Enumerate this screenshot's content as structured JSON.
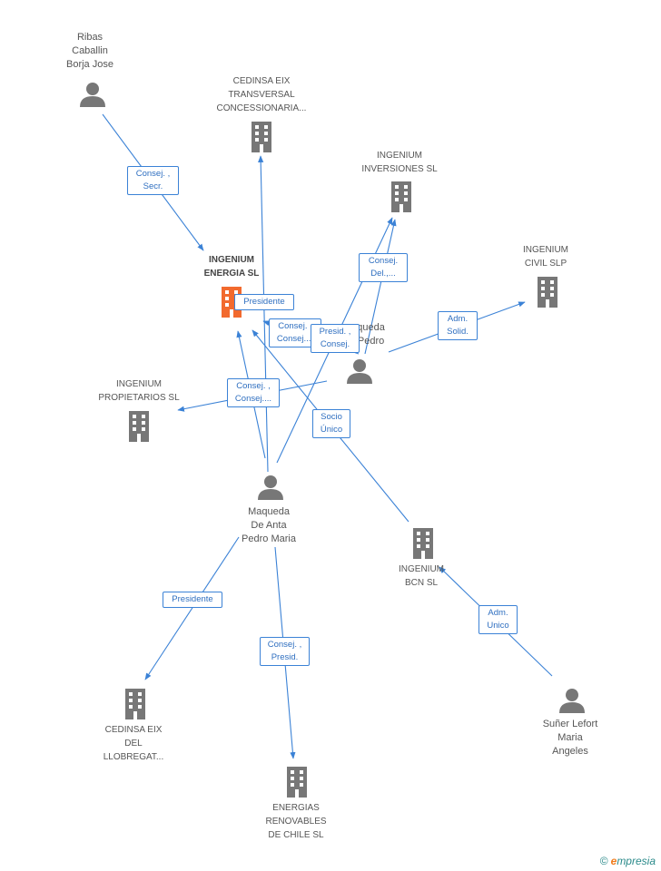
{
  "nodes": {
    "ribas": "Ribas\nCaballin\nBorja Jose",
    "cedinsa_eix": "CEDINSA EIX\nTRANSVERSAL\nCONCESSIONARIA...",
    "ingenium_inversiones": "INGENIUM\nINVERSIONES SL",
    "ingenium_energia": "INGENIUM\nENERGIA SL",
    "ingenium_civil": "INGENIUM\nCIVIL SLP",
    "maqueda_pedro_partial": "...queda\n...Pedro",
    "ingenium_propietarios": "INGENIUM\nPROPIETARIOS SL",
    "maqueda_de_anta": "Maqueda\nDe Anta\nPedro Maria",
    "ingenium_bcn": "INGENIUM\nBCN SL",
    "cedinsa_llobregat": "CEDINSA EIX\nDEL\nLLOBREGAT...",
    "energias_chile": "ENERGIAS\nRENOVABLES\nDE CHILE SL",
    "suner": "Suñer Lefort\nMaria\nAngeles"
  },
  "relations": {
    "consej_secr": "Consej. ,\nSecr.",
    "presidente_top": "Presidente",
    "consej_del": "Consej.\nDel.,...",
    "adm_solid": "Adm.\nSolid.",
    "consej_consej": "Consej. ,\nConsej....",
    "presid_consej": "Presid. ,\nConsej.",
    "consej_consej_2": "Consej. ,\nConsej....",
    "socio_unico": "Socio\nÚnico",
    "presidente_bottom": "Presidente",
    "consej_presid": "Consej. ,\nPresid.",
    "adm_unico": "Adm.\nUnico"
  },
  "footer": {
    "copyright": "©",
    "brand_initial": "e",
    "brand_rest": "mpresia"
  },
  "colors": {
    "link": "#3b82d6",
    "focus": "#f26a2e",
    "icon": "#777777",
    "label": "#555555"
  }
}
